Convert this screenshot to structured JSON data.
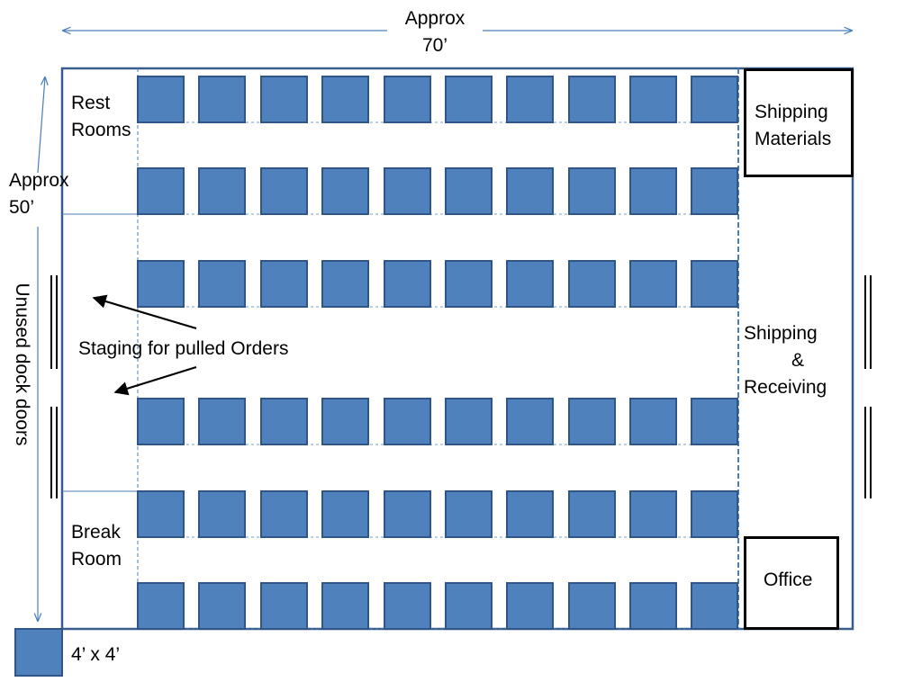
{
  "width_label": {
    "line1": "Approx",
    "line2": "70’"
  },
  "height_label": {
    "line1": "Approx",
    "line2": "50’"
  },
  "rest_rooms": {
    "line1": "Rest",
    "line2": "Rooms"
  },
  "break_room": {
    "line1": "Break",
    "line2": "Room"
  },
  "shipping_materials": {
    "line1": "Shipping",
    "line2": "Materials"
  },
  "shipping_receiving": {
    "line1": "Shipping",
    "line2": "&",
    "line3": "Receiving"
  },
  "office": "Office",
  "staging": "Staging for pulled Orders",
  "dock_doors": "Unused dock doors",
  "legend": {
    "label": "4’ x 4’"
  },
  "racks": {
    "rows": 6,
    "columns": 10
  },
  "colors": {
    "rack_fill": "#4F81BD",
    "rack_stroke": "#2F5589",
    "wall": "#385D8A",
    "accent_line": "#4A7EBB"
  }
}
